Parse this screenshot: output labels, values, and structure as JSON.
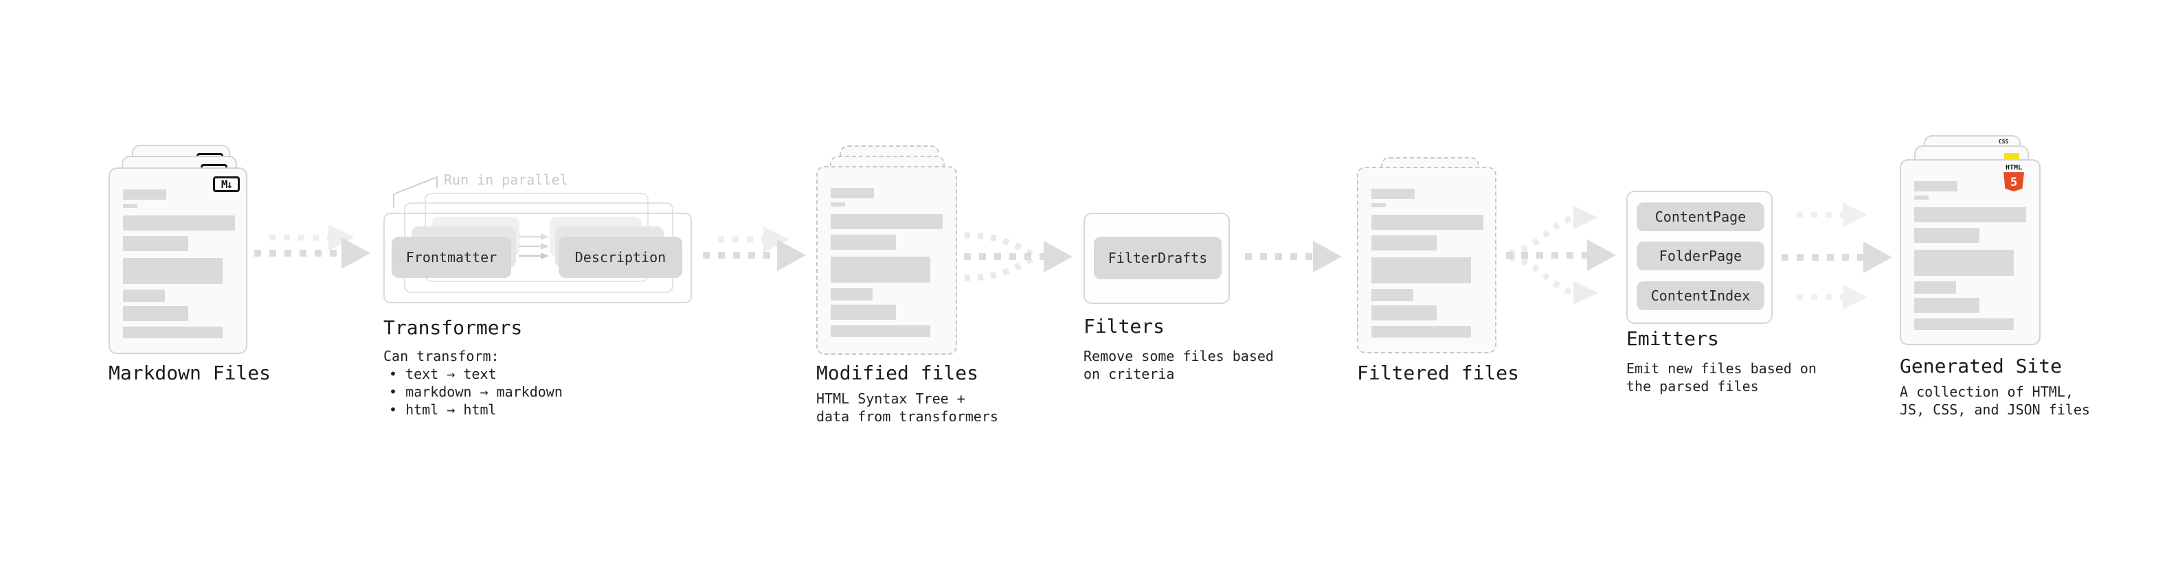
{
  "stages": [
    {
      "label": "Markdown Files",
      "icon": "M↓"
    },
    {
      "label": "Transformers",
      "note": "Run in parallel",
      "boxes": [
        "Frontmatter",
        "Description"
      ],
      "desc": "Can transform:",
      "bullets": [
        "• text → text",
        "• markdown → markdown",
        "• html → html"
      ]
    },
    {
      "label": "Modified files",
      "desc": "HTML Syntax Tree +\ndata from transformers"
    },
    {
      "label": "Filters",
      "boxes": [
        "FilterDrafts"
      ],
      "desc": "Remove some files based\non criteria"
    },
    {
      "label": "Filtered files"
    },
    {
      "label": "Emitters",
      "boxes": [
        "ContentPage",
        "FolderPage",
        "ContentIndex"
      ],
      "desc": "Emit new files based on\nthe parsed files"
    },
    {
      "label": "Generated Site",
      "desc": "A collection of HTML,\nJS, CSS, and JSON files",
      "html5_wordmark": "HTML",
      "html5_numeral": "5",
      "css_wordmark": "CSS"
    }
  ],
  "colors": {
    "background": "#ffffff",
    "card_fill": "#fafafa",
    "bar_fill": "#dadada",
    "box_fill": "#d9d9d9",
    "text_dark": "#1b1b1b",
    "note_gray": "#c9c9c9",
    "arrow_main": "#dcdcdc",
    "arrow_ghost": "#eeeeee",
    "html5_orange": "#e44d26",
    "js_yellow": "#f6df1d",
    "css_blue": "#2965f1"
  }
}
